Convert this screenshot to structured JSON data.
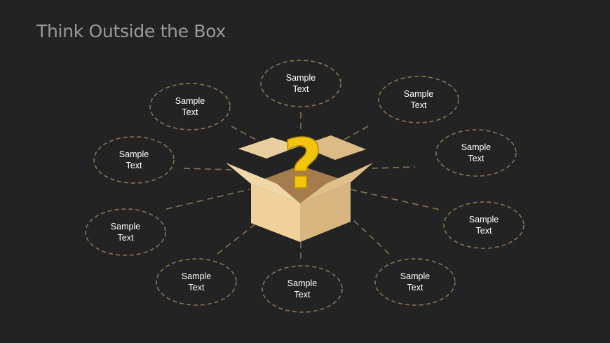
{
  "title": "Think Outside the Box",
  "colors": {
    "background": "#232323",
    "dash": "#8a7355",
    "title": "#9a9a9a",
    "box": "#e6c48e",
    "question_mark": "#f2c40e"
  },
  "nodes": [
    {
      "line1": "Sample",
      "line2": "Text"
    },
    {
      "line1": "Sample",
      "line2": "Text"
    },
    {
      "line1": "Sample",
      "line2": "Text"
    },
    {
      "line1": "Sample",
      "line2": "Text"
    },
    {
      "line1": "Sample",
      "line2": "Text"
    },
    {
      "line1": "Sample",
      "line2": "Text"
    },
    {
      "line1": "Sample",
      "line2": "Text"
    },
    {
      "line1": "Sample",
      "line2": "Text"
    },
    {
      "line1": "Sample",
      "line2": "Text"
    },
    {
      "line1": "Sample",
      "line2": "Text"
    }
  ],
  "center": {
    "icon": "open-box-question-mark-icon",
    "glyph": "?"
  }
}
